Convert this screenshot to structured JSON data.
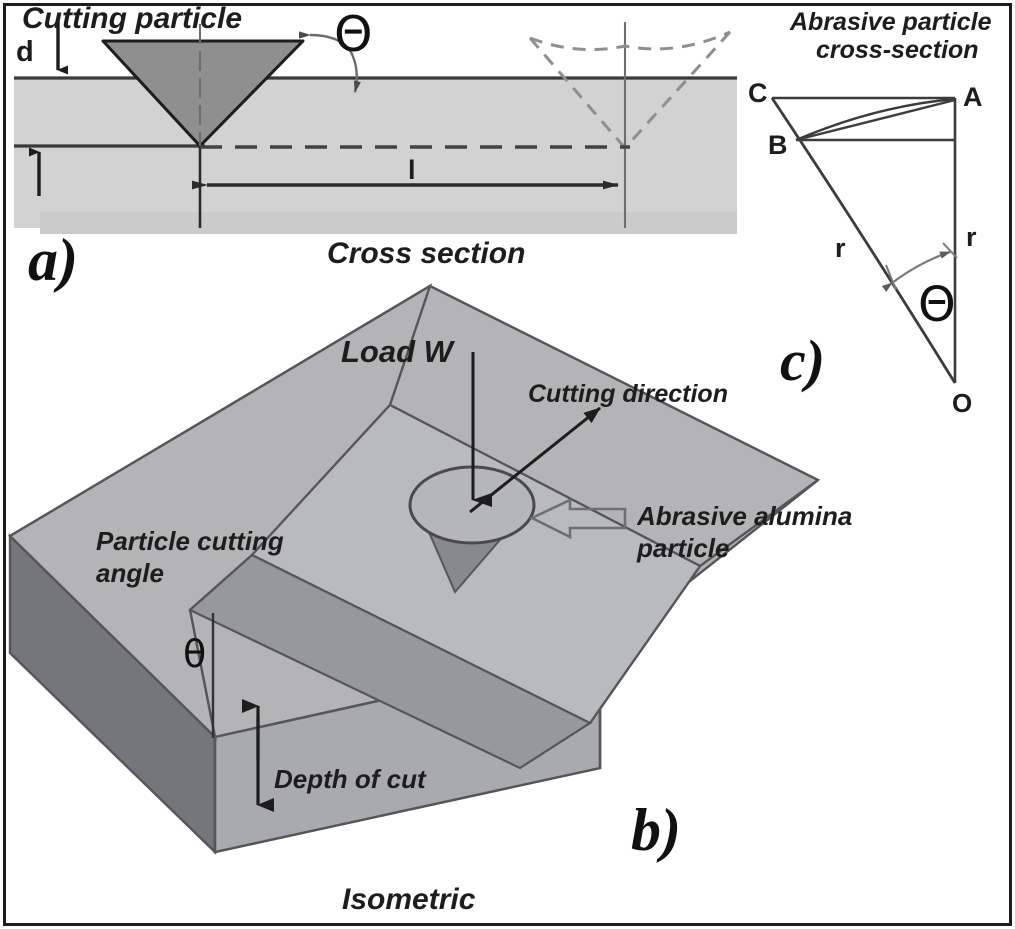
{
  "figure": {
    "panels": [
      {
        "tag": "a)",
        "caption": "Cross section",
        "labels": {
          "particle": "Cutting particle",
          "depth": "d",
          "groove_length": "l",
          "angle": "Θ"
        }
      },
      {
        "tag": "b)",
        "caption": "Isometric",
        "labels": {
          "load": "Load W",
          "cutting_direction": "Cutting direction",
          "abrasive_particle_line1": "Abrasive alumina",
          "abrasive_particle_line2": "particle",
          "particle_cutting_angle_line1": "Particle cutting",
          "particle_cutting_angle_line2": "angle",
          "depth_of_cut": "Depth of cut",
          "angle": "θ"
        }
      },
      {
        "tag": "c)",
        "title_line1": "Abrasive particle",
        "title_line2": "cross-section",
        "vertices": [
          "C",
          "A",
          "B",
          "O"
        ],
        "labels": {
          "radius_left": "r",
          "radius_right": "r",
          "angle": "Θ"
        }
      }
    ],
    "colors": {
      "outline": "#1d1d1d",
      "substrate_fill": "#d0d0d0",
      "particle_fill": "#8c8c8c",
      "block_top": "#b4b4b6",
      "block_front": "#a9aaad",
      "block_left_side": "#73757a",
      "groove_inner": "#b9b9bb",
      "groove_shadow": "#96979b",
      "cone_fill": "#89898d",
      "line": "#3a3a3a",
      "ghost_dash": "#8f8f93",
      "background": "#ffffff"
    }
  }
}
